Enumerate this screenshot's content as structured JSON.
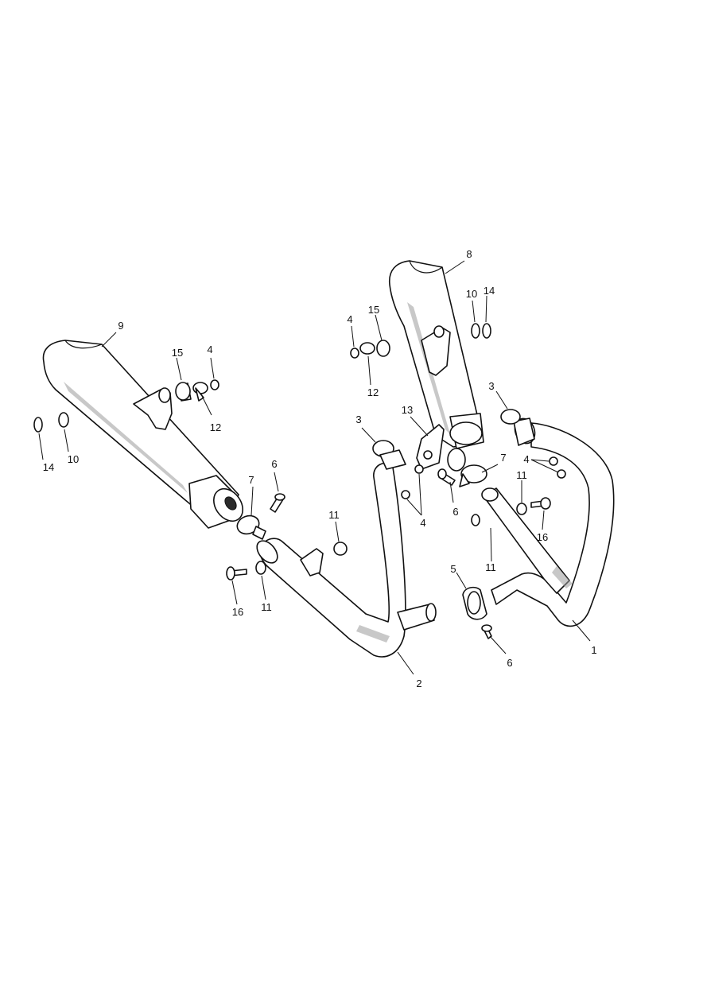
{
  "callouts": [
    {
      "id": "c1",
      "label": "1"
    },
    {
      "id": "c2",
      "label": "2"
    },
    {
      "id": "c3a",
      "label": "3"
    },
    {
      "id": "c3b",
      "label": "3"
    },
    {
      "id": "c4a",
      "label": "4"
    },
    {
      "id": "c4b",
      "label": "4"
    },
    {
      "id": "c4c",
      "label": "4"
    },
    {
      "id": "c4d",
      "label": "4"
    },
    {
      "id": "c5",
      "label": "5"
    },
    {
      "id": "c6a",
      "label": "6"
    },
    {
      "id": "c6b",
      "label": "6"
    },
    {
      "id": "c6c",
      "label": "6"
    },
    {
      "id": "c7a",
      "label": "7"
    },
    {
      "id": "c7b",
      "label": "7"
    },
    {
      "id": "c8",
      "label": "8"
    },
    {
      "id": "c9",
      "label": "9"
    },
    {
      "id": "c10a",
      "label": "10"
    },
    {
      "id": "c10b",
      "label": "10"
    },
    {
      "id": "c11a",
      "label": "11"
    },
    {
      "id": "c11b",
      "label": "11"
    },
    {
      "id": "c11c",
      "label": "11"
    },
    {
      "id": "c11d",
      "label": "11"
    },
    {
      "id": "c12a",
      "label": "12"
    },
    {
      "id": "c12b",
      "label": "12"
    },
    {
      "id": "c13",
      "label": "13"
    },
    {
      "id": "c14a",
      "label": "14"
    },
    {
      "id": "c14b",
      "label": "14"
    },
    {
      "id": "c15a",
      "label": "15"
    },
    {
      "id": "c15b",
      "label": "15"
    },
    {
      "id": "c16a",
      "label": "16"
    },
    {
      "id": "c16b",
      "label": "16"
    }
  ]
}
